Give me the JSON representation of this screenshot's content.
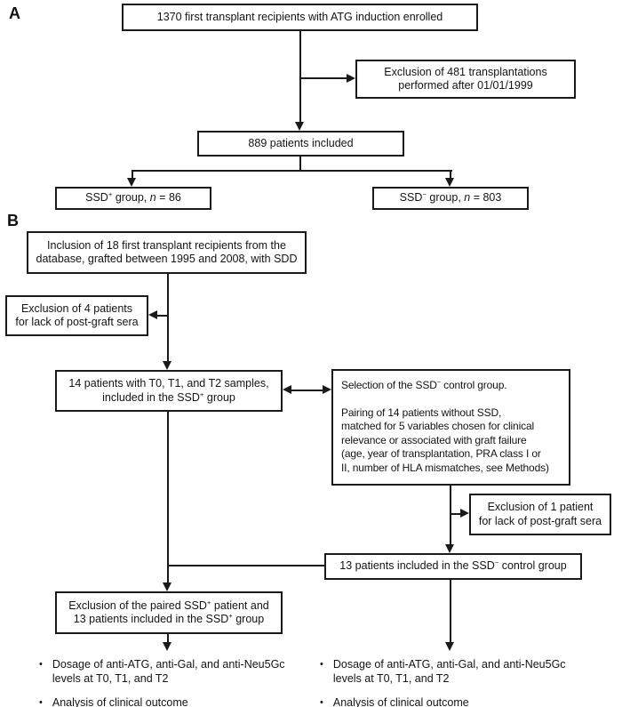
{
  "colors": {
    "ink": "#1a1a1a",
    "background": "#ffffff"
  },
  "panelA": {
    "label": "A",
    "enrolled": "1370 first transplant recipients with ATG induction enrolled",
    "exclusion481": {
      "line1": "Exclusion of 481 transplantations",
      "line2": "performed after 01/01/1999"
    },
    "included889": "889 patients included",
    "ssdPositive": {
      "base": "SSD",
      "sup": "+",
      "mid": " group, ",
      "n": "n",
      "eq": " = 86"
    },
    "ssdNegative": {
      "base": "SSD",
      "sup": "−",
      "mid": " group, ",
      "n": "n",
      "eq": " = 803"
    }
  },
  "panelB": {
    "label": "B",
    "inclusion": {
      "line1": "Inclusion of 18 first transplant recipients from the",
      "line2": "database, grafted between 1995 and 2008, with SDD"
    },
    "exclusion4": {
      "line1": "Exclusion of 4 patients",
      "line2": "for lack of post-graft sera"
    },
    "patients14": {
      "line1": "14 patients with T0, T1, and T2 samples,",
      "line2pre": "included in the SSD",
      "sup": "+",
      "line2post": " group"
    },
    "selection": {
      "titlePre": "Selection of the SSD",
      "sup": "−",
      "titlePost": " control group.",
      "para": [
        "Pairing of 14 patients without SSD,",
        "matched for 5 variables chosen for clinical",
        "relevance or associated with graft failure",
        "(age, year of transplantation, PRA class I or",
        "II, number of HLA mismatches, see Methods)"
      ]
    },
    "exclusion1": {
      "line1": "Exclusion of 1 patient",
      "line2": "for lack of post-graft sera"
    },
    "patients13": {
      "pre": "13 patients included in the SSD",
      "sup": "−",
      "post": " control group"
    },
    "exclusionPaired": {
      "line1pre": "Exclusion of the paired SSD",
      "sup1": "+",
      "line1post": " patient and",
      "line2pre": "13 patients included in the SSD",
      "sup2": "+",
      "line2post": " group"
    },
    "outcomes": {
      "bullet": "•",
      "item1line1": "Dosage of anti-ATG, anti-Gal, and anti-Neu5Gc",
      "item1line2": "levels at T0, T1, and T2",
      "item2": "Analysis of clinical outcome"
    }
  }
}
